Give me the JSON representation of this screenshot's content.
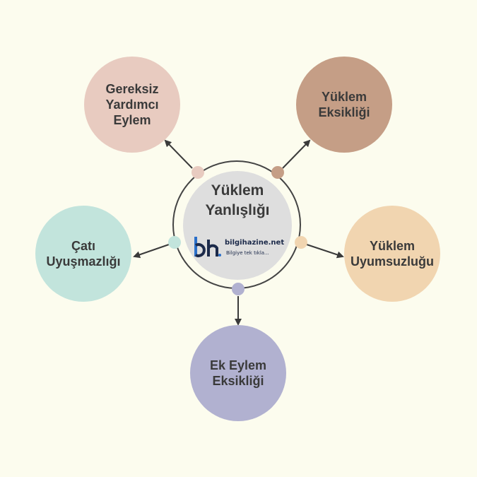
{
  "center": {
    "title": "Yüklem\nYanlışlığı",
    "logo": {
      "name": "bilgihazine.net",
      "tagline": "Bilgiye tek tıkla..."
    }
  },
  "nodes": [
    {
      "id": "gereksiz",
      "label": "Gereksiz\nYardımcı\nEylem",
      "color": "#e8cbc0"
    },
    {
      "id": "yuklem-eksikligi",
      "label": "Yüklem\nEksikliği",
      "color": "#c59e86"
    },
    {
      "id": "cati",
      "label": "Çatı\nUyuşmazlığı",
      "color": "#c2e4dc"
    },
    {
      "id": "uyumsuzlugu",
      "label": "Yüklem\nUyumsuzluğu",
      "color": "#f1d5b0"
    },
    {
      "id": "ek-eylem",
      "label": "Ek Eylem\nEksikliği",
      "color": "#b1b1d0"
    }
  ],
  "colors": {
    "background": "#fcfcee",
    "arrow": "#3a3a3a",
    "center_fill": "#dedede",
    "logo_accent": "#2a6fc9"
  }
}
